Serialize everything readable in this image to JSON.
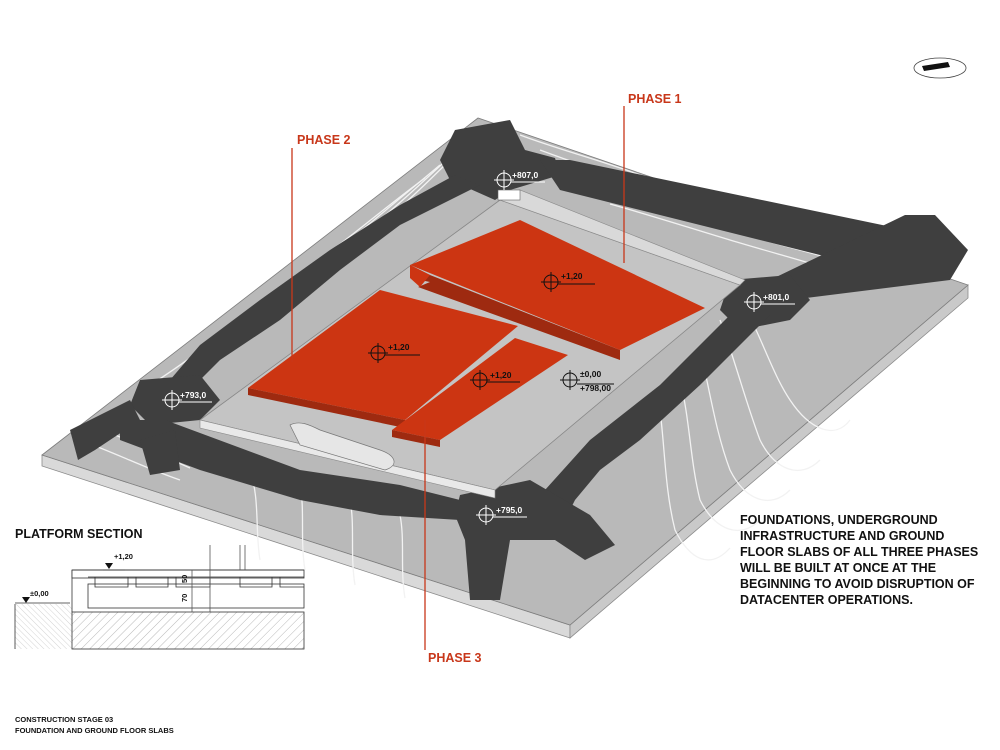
{
  "phases": {
    "phase1": "PHASE 1",
    "phase2": "PHASE 2",
    "phase3": "PHASE 3"
  },
  "elevations": {
    "top": "+807,0",
    "right": "+801,0",
    "left": "+793,0",
    "bottom": "+795,0",
    "slab1": "+1,20",
    "slab2": "+1,20",
    "slab3": "+1,20",
    "platform_zero": "±0,00",
    "platform_abs": "+798,00"
  },
  "section": {
    "title": "PLATFORM SECTION",
    "top_level": "+1,20",
    "ground_level": "±0,00",
    "dim_50": "50",
    "dim_70": "70"
  },
  "note": "FOUNDATIONS, UNDERGROUND INFRASTRUCTURE AND GROUND FLOOR SLABS OF ALL THREE PHASES WILL BE BUILT AT ONCE AT THE BEGINNING TO AVOID DISRUPTION OF DATACENTER OPERATIONS.",
  "footer": {
    "line1": "CONSTRUCTION STAGE 03",
    "line2": "FOUNDATION AND GROUND FLOOR SLABS"
  },
  "colors": {
    "phase_accent": "#c8371a",
    "slab": "#cc3512",
    "road": "#3f3f3f",
    "terrain": "#b9b9b9",
    "platform": "#c4c4c4"
  }
}
